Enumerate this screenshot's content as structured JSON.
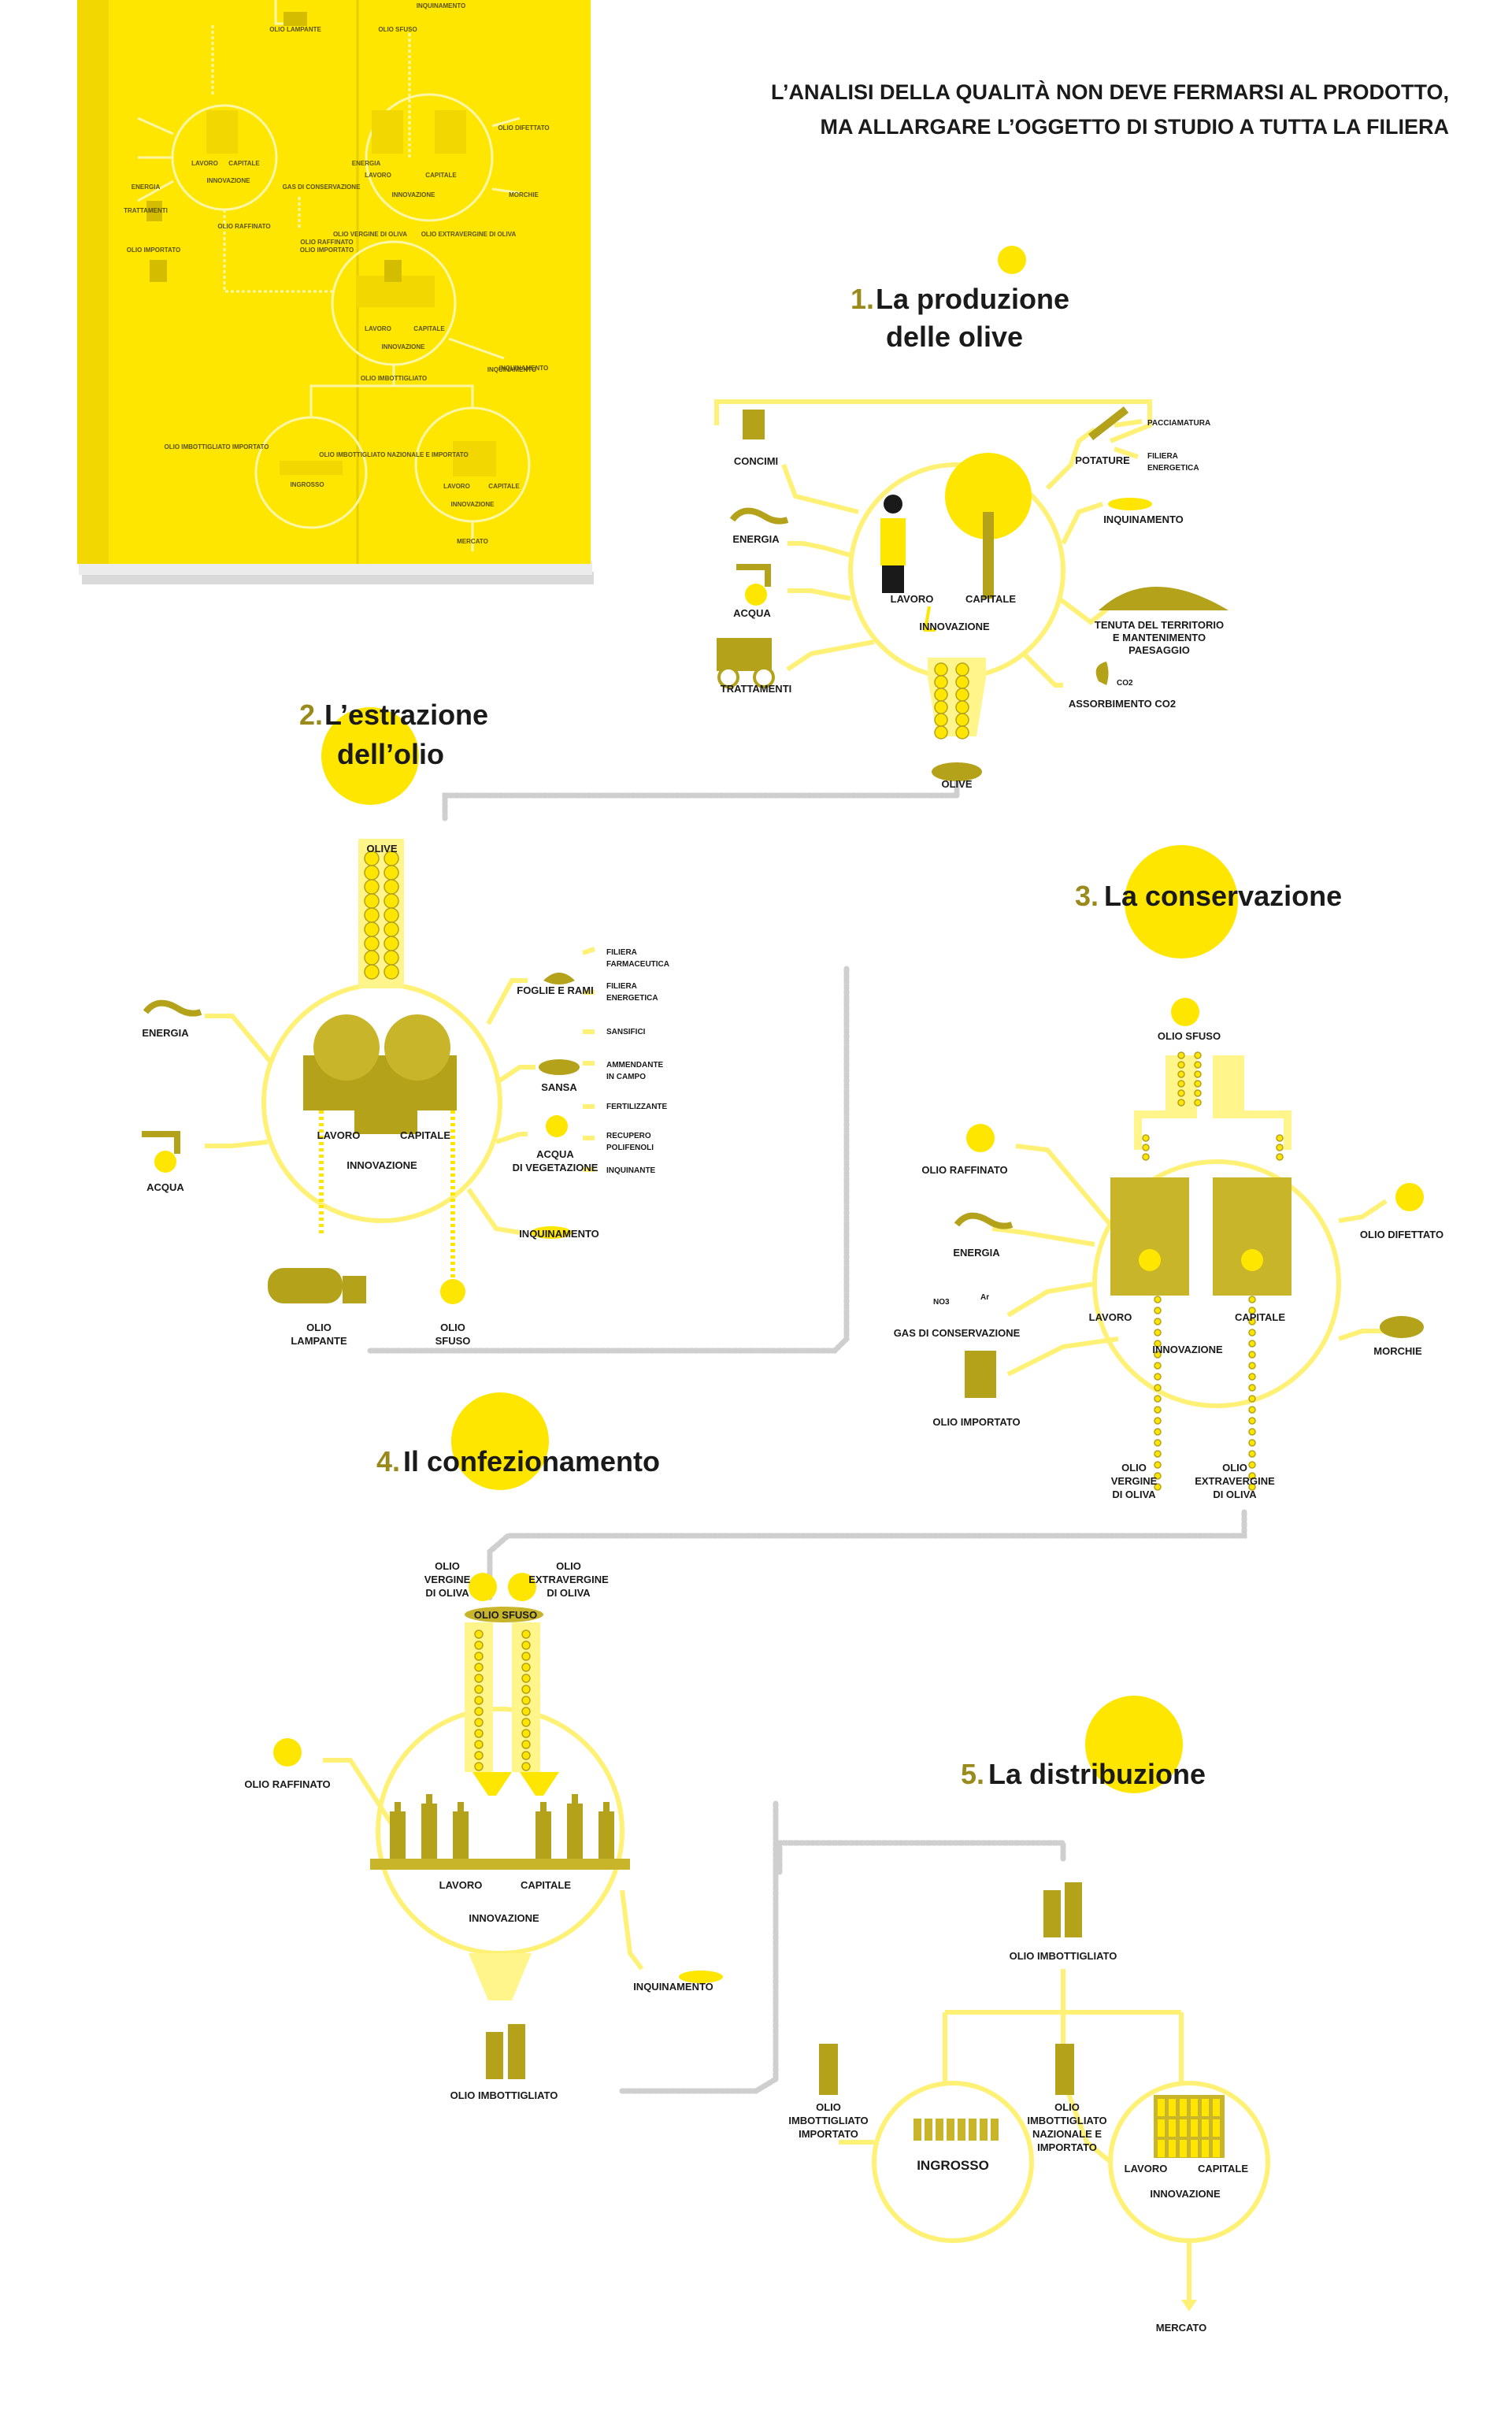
{
  "colors": {
    "yellow": "#ffe600",
    "light_yellow": "#fff58a",
    "line": "#fff176",
    "olive": "#b3a21a",
    "dark": "#1a1a1a",
    "chain": "#cfcfcf"
  },
  "headline": [
    "L’ANALISI DELLA QUALITÀ NON DEVE FERMARSI AL PRODOTTO,",
    "MA ALLARGARE L’OGGETTO DI STUDIO A TUTTA LA FILIERA"
  ],
  "book": {
    "labels": [
      "OLIO LAMPANTE",
      "OLIO SFUSO",
      "INQUINAMENTO",
      "INQUINAMENTO",
      "ENERGIA",
      "TRATTAMENTI",
      "OLIO IMPORTATO",
      "LAVORO",
      "CAPITALE",
      "INNOVAZIONE",
      "OLIO RAFFINATO",
      "OLIO RAFFINATO",
      "ENERGIA",
      "GAS DI CONSERVAZIONE",
      "OLIO IMPORTATO",
      "LAVORO",
      "CAPITALE",
      "INNOVAZIONE",
      "OLIO DIFETTATO",
      "MORCHIE",
      "OLIO VERGINE DI OLIVA",
      "OLIO EXTRAVERGINE DI OLIVA",
      "LAVORO",
      "CAPITALE",
      "INNOVAZIONE",
      "OLIO IMBOTTIGLIATO",
      "INQUINAMENTO",
      "OLIO IMBOTTIGLIATO IMPORTATO",
      "OLIO IMBOTTIGLIATO NAZIONALE E IMPORTATO",
      "INGROSSO",
      "LAVORO",
      "CAPITALE",
      "INNOVAZIONE",
      "MERCATO"
    ]
  },
  "stages": {
    "s1": {
      "num": "1.",
      "title": [
        "La produzione",
        "delle olive"
      ],
      "inputs": {
        "concimi": "CONCIMI",
        "energia": "ENERGIA",
        "acqua": "ACQUA",
        "trattamenti": "TRATTAMENTI"
      },
      "lavoro": "LAVORO",
      "capitale": "CAPITALE",
      "innovazione": "INNOVAZIONE",
      "outputs": {
        "potature": "POTATURE",
        "pacciamatura": "PACCIAMATURA",
        "filiera_energetica": [
          "FILIERA",
          "ENERGETICA"
        ],
        "inquinamento": "INQUINAMENTO",
        "tenuta": [
          "TENUTA DEL TERRITORIO",
          "E MANTENIMENTO",
          "PAESAGGIO"
        ],
        "co2_tag": "CO2",
        "assorbimento": "ASSORBIMENTO CO2"
      },
      "product": "OLIVE"
    },
    "s2": {
      "num": "2.",
      "title": [
        "L’estrazione",
        "dell’olio"
      ],
      "olive": "OLIVE",
      "inputs": {
        "energia": "ENERGIA",
        "acqua": "ACQUA"
      },
      "lavoro": "LAVORO",
      "capitale": "CAPITALE",
      "innovazione": "INNOVAZIONE",
      "outputs": {
        "foglie": "FOGLIE E RAMI",
        "filiera_farma": [
          "FILIERA",
          "FARMACEUTICA"
        ],
        "filiera_energ": [
          "FILIERA",
          "ENERGETICA"
        ],
        "sansa": "SANSA",
        "sansifici": "SANSIFICI",
        "ammendante": [
          "AMMENDANTE",
          "IN CAMPO"
        ],
        "acqua_veg": [
          "ACQUA",
          "DI VEGETAZIONE"
        ],
        "fertilizzante": "FERTILIZZANTE",
        "recupero": [
          "RECUPERO",
          "POLIFENOLI"
        ],
        "inquinante": "INQUINANTE",
        "inquinamento": "INQUINAMENTO"
      },
      "products": {
        "lampante": [
          "OLIO",
          "LAMPANTE"
        ],
        "sfuso": [
          "OLIO",
          "SFUSO"
        ]
      }
    },
    "s3": {
      "num": "3.",
      "title": [
        "La conservazione"
      ],
      "sfuso": "OLIO SFUSO",
      "inputs": {
        "raffinato": "OLIO RAFFINATO",
        "energia": "ENERGIA",
        "no3": "NO3",
        "ar": "Ar",
        "gas": "GAS DI CONSERVAZIONE",
        "importato": "OLIO IMPORTATO"
      },
      "lavoro": "LAVORO",
      "capitale": "CAPITALE",
      "innovazione": "INNOVAZIONE",
      "outputs": {
        "difettato": "OLIO DIFETTATO",
        "morchie": "MORCHIE"
      },
      "products": {
        "vergine": [
          "OLIO",
          "VERGINE",
          "DI OLIVA"
        ],
        "extra": [
          "OLIO",
          "EXTRAVERGINE",
          "DI OLIVA"
        ]
      }
    },
    "s4": {
      "num": "4.",
      "title": [
        "Il confezionamento"
      ],
      "in_vergine": [
        "OLIO",
        "VERGINE",
        "DI OLIVA"
      ],
      "in_extra": [
        "OLIO",
        "EXTRAVERGINE",
        "DI OLIVA"
      ],
      "sfuso": "OLIO SFUSO",
      "raffinato": "OLIO RAFFINATO",
      "lavoro": "LAVORO",
      "capitale": "CAPITALE",
      "innovazione": "INNOVAZIONE",
      "inquinamento": "INQUINAMENTO",
      "product": "OLIO IMBOTTIGLIATO"
    },
    "s5": {
      "num": "5.",
      "title": [
        "La distribuzione"
      ],
      "imbottigliato": "OLIO IMBOTTIGLIATO",
      "importato": [
        "OLIO",
        "IMBOTTIGLIATO",
        "IMPORTATO"
      ],
      "nazionale": [
        "OLIO",
        "IMBOTTIGLIATO",
        "NAZIONALE E",
        "IMPORTATO"
      ],
      "ingrosso": "INGROSSO",
      "lavoro": "LAVORO",
      "capitale": "CAPITALE",
      "innovazione": "INNOVAZIONE",
      "mercato": "MERCATO"
    }
  }
}
